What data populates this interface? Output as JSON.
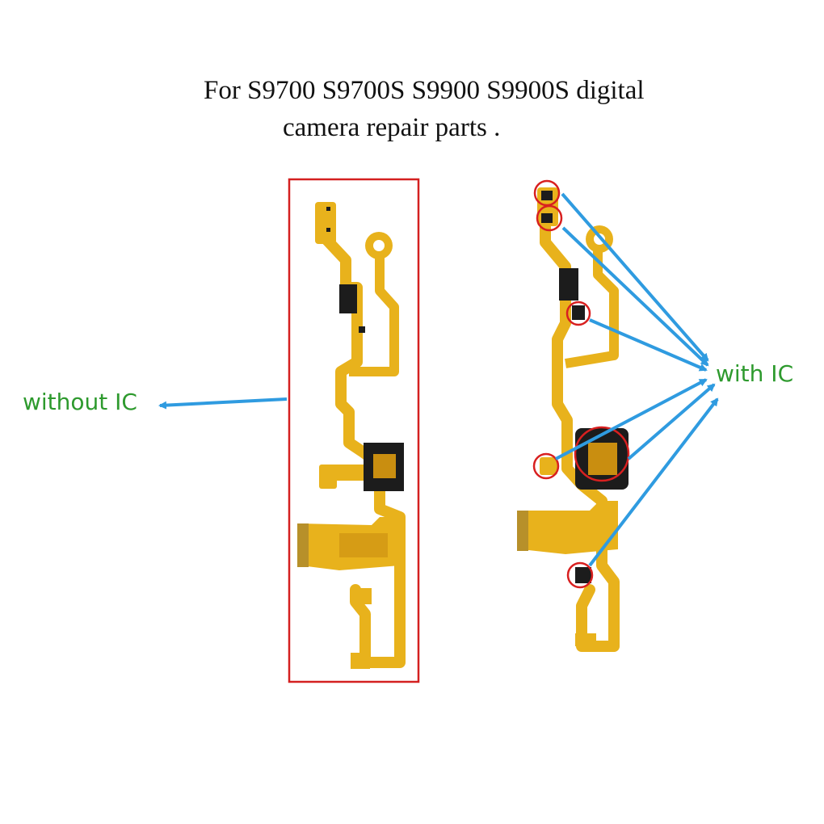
{
  "title": {
    "line1": "For S9700 S9700S S9900 S9900S digital",
    "line2": "camera repair parts ."
  },
  "labels": {
    "without_ic": "without IC",
    "with_ic": "with IC"
  },
  "colors": {
    "label_green": "#2e9a2e",
    "arrow_blue": "#2f9be0",
    "frame_red": "#d42020",
    "circle_red": "#d82020",
    "flex_gold": "#e8b21c",
    "flex_shade": "#c98e10",
    "chip_black": "#1c1c1c"
  }
}
